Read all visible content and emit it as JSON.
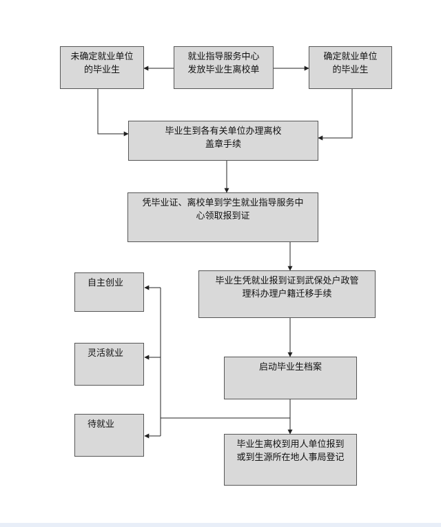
{
  "nodes": {
    "center_top": [
      "就业指导服务中心",
      "发放毕业生离校单"
    ],
    "left_top": [
      "未确定就业单位",
      "的毕业生"
    ],
    "right_top": [
      "确定就业单位",
      "的毕业生"
    ],
    "seal": [
      "毕业生到各有关单位办理离校",
      "盖章手续"
    ],
    "report_card": [
      "凭毕业证、离校单到学生就业指导服务中",
      "心领取报到证"
    ],
    "hukou": [
      "毕业生凭就业报到证到武保处户政管",
      "理科办理户籍迁移手续"
    ],
    "archive": [
      "启动毕业生档案"
    ],
    "final": [
      "毕业生离校到用人单位报到",
      "或到生源所在地人事局登记"
    ],
    "self_employed": [
      "自主创业"
    ],
    "flexible": [
      "灵活就业"
    ],
    "waiting": [
      "待就业"
    ]
  },
  "colors": {
    "box_fill": "#d9d9d9",
    "box_border": "#555555",
    "line": "#222222"
  }
}
